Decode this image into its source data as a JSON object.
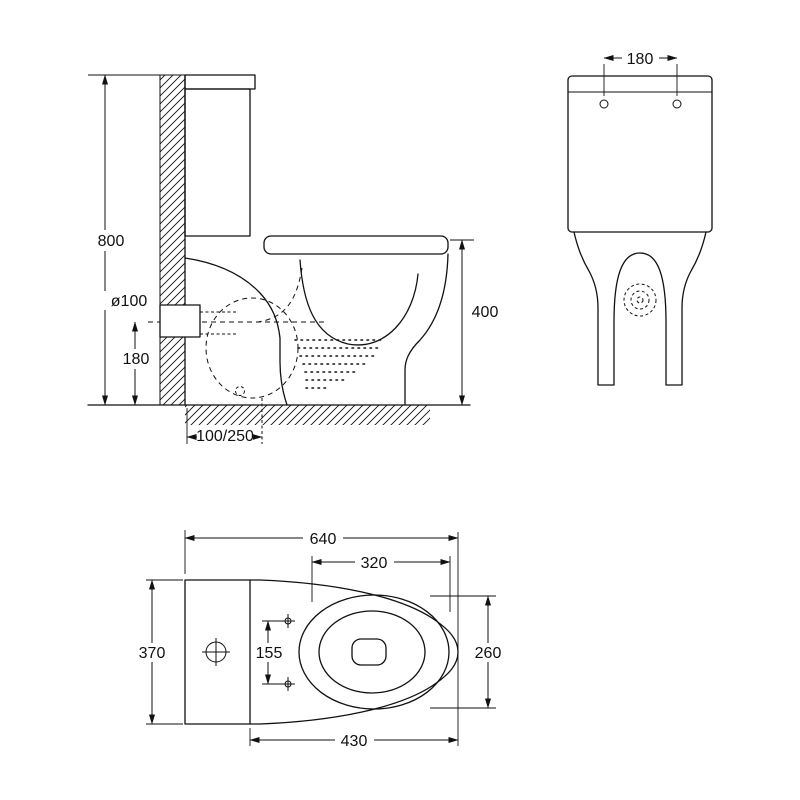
{
  "views": {
    "side": {
      "height": "800",
      "outlet_diameter": "ø100",
      "outlet_height": "180",
      "seat_height": "400",
      "setout": "100/250"
    },
    "front": {
      "bolt_spacing": "180"
    },
    "top": {
      "overall_length": "640",
      "seat_length": "320",
      "width": "370",
      "hinge_spacing": "155",
      "bowl_width": "260",
      "bowl_length": "430"
    }
  },
  "colors": {
    "line": "#111111",
    "background": "#ffffff"
  }
}
